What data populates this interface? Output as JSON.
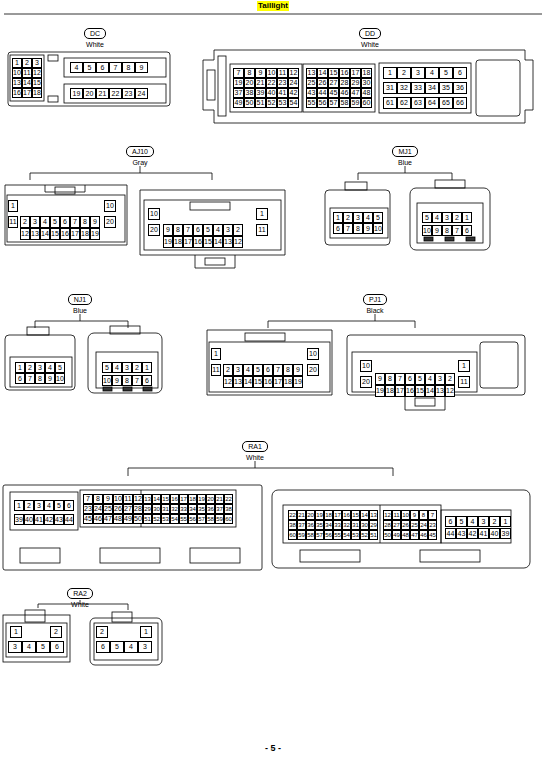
{
  "diagram": {
    "title": "Taillight",
    "nodes": [
      {
        "text": [
          "DC",
          "White"
        ]
      },
      {
        "text": [
          "DD",
          "White"
        ]
      },
      {
        "text": [
          "AJ10",
          "Gray"
        ]
      },
      {
        "text": [
          "MJ1",
          "Blue"
        ]
      },
      {
        "text": [
          "NJ1",
          "Blue"
        ]
      },
      {
        "text": [
          "PJ1",
          "Black"
        ]
      },
      {
        "text": [
          "RA1",
          "White"
        ]
      },
      {
        "text": [
          "RA2",
          "White"
        ]
      }
    ],
    "labels": [
      "1",
      "2",
      "3",
      "10",
      "11",
      "12",
      "13",
      "14",
      "15",
      "16",
      "17",
      "18",
      "4",
      "5",
      "6",
      "7",
      "8",
      "9",
      "19",
      "20",
      "21",
      "22",
      "23",
      "24",
      "7",
      "8",
      "9",
      "10",
      "11",
      "12",
      "19",
      "20",
      "21",
      "22",
      "23",
      "24",
      "37",
      "38",
      "39",
      "40",
      "41",
      "42",
      "49",
      "50",
      "51",
      "52",
      "53",
      "54",
      "13",
      "14",
      "15",
      "16",
      "17",
      "18",
      "25",
      "26",
      "27",
      "28",
      "29",
      "30",
      "43",
      "44",
      "45",
      "46",
      "47",
      "48",
      "55",
      "56",
      "57",
      "58",
      "59",
      "60",
      "1",
      "2",
      "3",
      "4",
      "5",
      "6",
      "31",
      "32",
      "33",
      "34",
      "35",
      "36",
      "61",
      "62",
      "63",
      "64",
      "65",
      "66",
      "1",
      "11",
      "2",
      "3",
      "4",
      "5",
      "6",
      "7",
      "8",
      "9",
      "12",
      "13",
      "14",
      "15",
      "16",
      "17",
      "18",
      "19",
      "10",
      "20",
      "10",
      "20",
      "9",
      "8",
      "7",
      "6",
      "5",
      "4",
      "3",
      "2",
      "19",
      "18",
      "17",
      "16",
      "15",
      "14",
      "13",
      "12",
      "1",
      "11",
      "1",
      "2",
      "3",
      "4",
      "5",
      "6",
      "7",
      "8",
      "9",
      "10",
      "5",
      "4",
      "3",
      "2",
      "1",
      "10",
      "9",
      "8",
      "7",
      "6",
      "1",
      "2",
      "3",
      "4",
      "5",
      "6",
      "7",
      "8",
      "9",
      "10",
      "5",
      "4",
      "3",
      "2",
      "1",
      "10",
      "9",
      "8",
      "7",
      "6",
      "1",
      "11",
      "2",
      "3",
      "4",
      "5",
      "6",
      "7",
      "8",
      "9",
      "12",
      "13",
      "14",
      "15",
      "16",
      "17",
      "18",
      "19",
      "10",
      "20",
      "10",
      "20",
      "9",
      "8",
      "7",
      "6",
      "5",
      "4",
      "3",
      "2",
      "19",
      "18",
      "17",
      "16",
      "15",
      "14",
      "13",
      "12",
      "1",
      "11",
      "1",
      "2",
      "3",
      "4",
      "5",
      "6",
      "39",
      "40",
      "41",
      "42",
      "43",
      "44",
      "7",
      "8",
      "9",
      "10",
      "11",
      "12",
      "23",
      "24",
      "25",
      "26",
      "27",
      "28",
      "45",
      "46",
      "47",
      "48",
      "49",
      "50",
      "13",
      "14",
      "15",
      "16",
      "17",
      "18",
      "19",
      "20",
      "21",
      "22",
      "29",
      "30",
      "31",
      "32",
      "33",
      "34",
      "35",
      "36",
      "37",
      "38",
      "51",
      "52",
      "53",
      "54",
      "55",
      "56",
      "57",
      "58",
      "59",
      "60",
      "22",
      "21",
      "20",
      "19",
      "18",
      "17",
      "16",
      "15",
      "14",
      "13",
      "38",
      "37",
      "36",
      "35",
      "34",
      "33",
      "32",
      "31",
      "30",
      "29",
      "60",
      "59",
      "58",
      "57",
      "56",
      "55",
      "54",
      "53",
      "52",
      "51",
      "12",
      "11",
      "10",
      "9",
      "8",
      "7",
      "28",
      "27",
      "26",
      "25",
      "24",
      "23",
      "50",
      "49",
      "48",
      "47",
      "46",
      "45",
      "6",
      "5",
      "4",
      "3",
      "2",
      "1",
      "44",
      "43",
      "42",
      "41",
      "40",
      "39",
      "1",
      "2",
      "3",
      "4",
      "5",
      "6",
      "2",
      "1",
      "6",
      "5",
      "4",
      "3",
      "- 5 -"
    ]
  }
}
